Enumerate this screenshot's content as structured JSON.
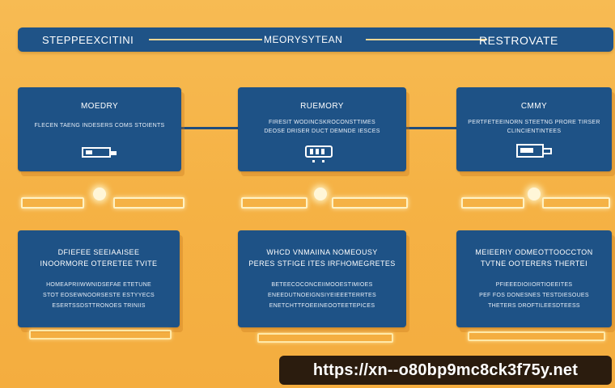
{
  "banner": {
    "left_text": "STEPPEEXCITINI",
    "center_text": "MEORYSYTEAN",
    "right_text": "RESTROVATE"
  },
  "cards_top": [
    {
      "title": "MOEDRY",
      "lines": [
        "FLECEN TAENG INDESERS COMS STOIENTS"
      ],
      "icon": "memory-module-icon"
    },
    {
      "title": "RUEMORY",
      "lines": [
        "FIRESIT WODINCSKROCONSTTIMES",
        "DEOSE DRISER DUCT DEMNDE IESCES"
      ],
      "icon": "ram-chip-icon"
    },
    {
      "title": "CMMY",
      "lines": [
        "PERTFETEEINORN STEETNG PRORE TIRSER",
        "CLINCIENTINTEES"
      ],
      "icon": "hard-drive-icon"
    }
  ],
  "cards_bottom": [
    {
      "title_lines": [
        "DFIEFEE SEEIAAISEE",
        "INOORMORE OTERETEE TVITE"
      ],
      "lines": [
        "HOMEAPRIIWWNIDSEFAE ETETUNE",
        "STOT EOSEWNOORSESTE ESTYYECS",
        "ESERTSSDSTTRONOES TRINIIS"
      ]
    },
    {
      "title_lines": [
        "WHCD VNMAIINA NOMEOUSY",
        "PERES STFIGE ITES IRFHOMEGRETES"
      ],
      "lines": [
        "BETEECOCONCEIIMOOESTIMIOES",
        "ENEEDUTNOEIGNSIYEIEEETERRTES",
        "ENETCHTTFOEEINEOOTEETEPICES"
      ]
    },
    {
      "title_lines": [
        "MEIEERIY ODMEOTTOOCCTON",
        "TVTNE OOTERERS THERTEI"
      ],
      "lines": [
        "PFIEEEDIOIIORTIOEEITES",
        "PEF FOS DONESNES TESTDIESOUES",
        "THETERS DROFTILEESDTEESS"
      ]
    }
  ],
  "watermark": {
    "url": "https://xn--o80bp9mc8ck3f75y.net"
  },
  "colors": {
    "background": "#f5b245",
    "card": "#1e5286",
    "banner": "#1f5387",
    "glow": "#fff2c4",
    "watermark_bg": "#2b1c0e"
  }
}
